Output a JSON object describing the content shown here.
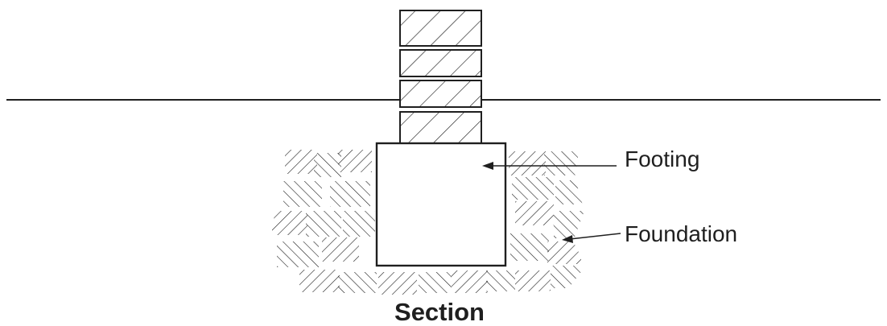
{
  "diagram": {
    "labels": {
      "footing": "Footing",
      "foundation": "Foundation",
      "caption": "Section"
    },
    "components": [
      "brick column",
      "ground line",
      "footing",
      "soil foundation"
    ],
    "colors": {
      "line": "#1f1f1f",
      "background": "#ffffff"
    }
  }
}
